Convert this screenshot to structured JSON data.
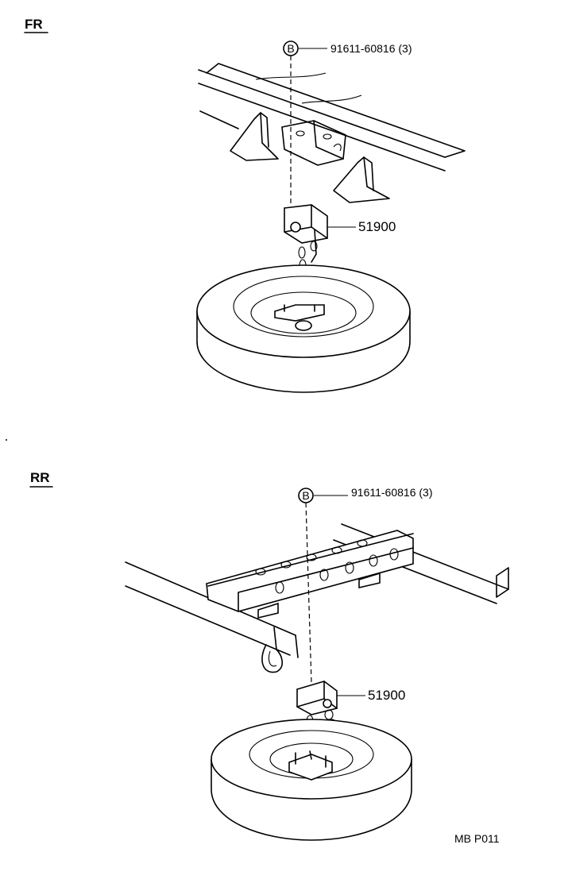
{
  "sections": {
    "front": {
      "label": "FR",
      "bolt_marker": "B",
      "bolt_callout": "91611-60816 (3)",
      "part_callout": "51900"
    },
    "rear": {
      "label": "RR",
      "bolt_marker": "B",
      "bolt_callout": "91611-60816 (3)",
      "part_callout": "51900"
    }
  },
  "footer": {
    "code": "MB P011"
  }
}
